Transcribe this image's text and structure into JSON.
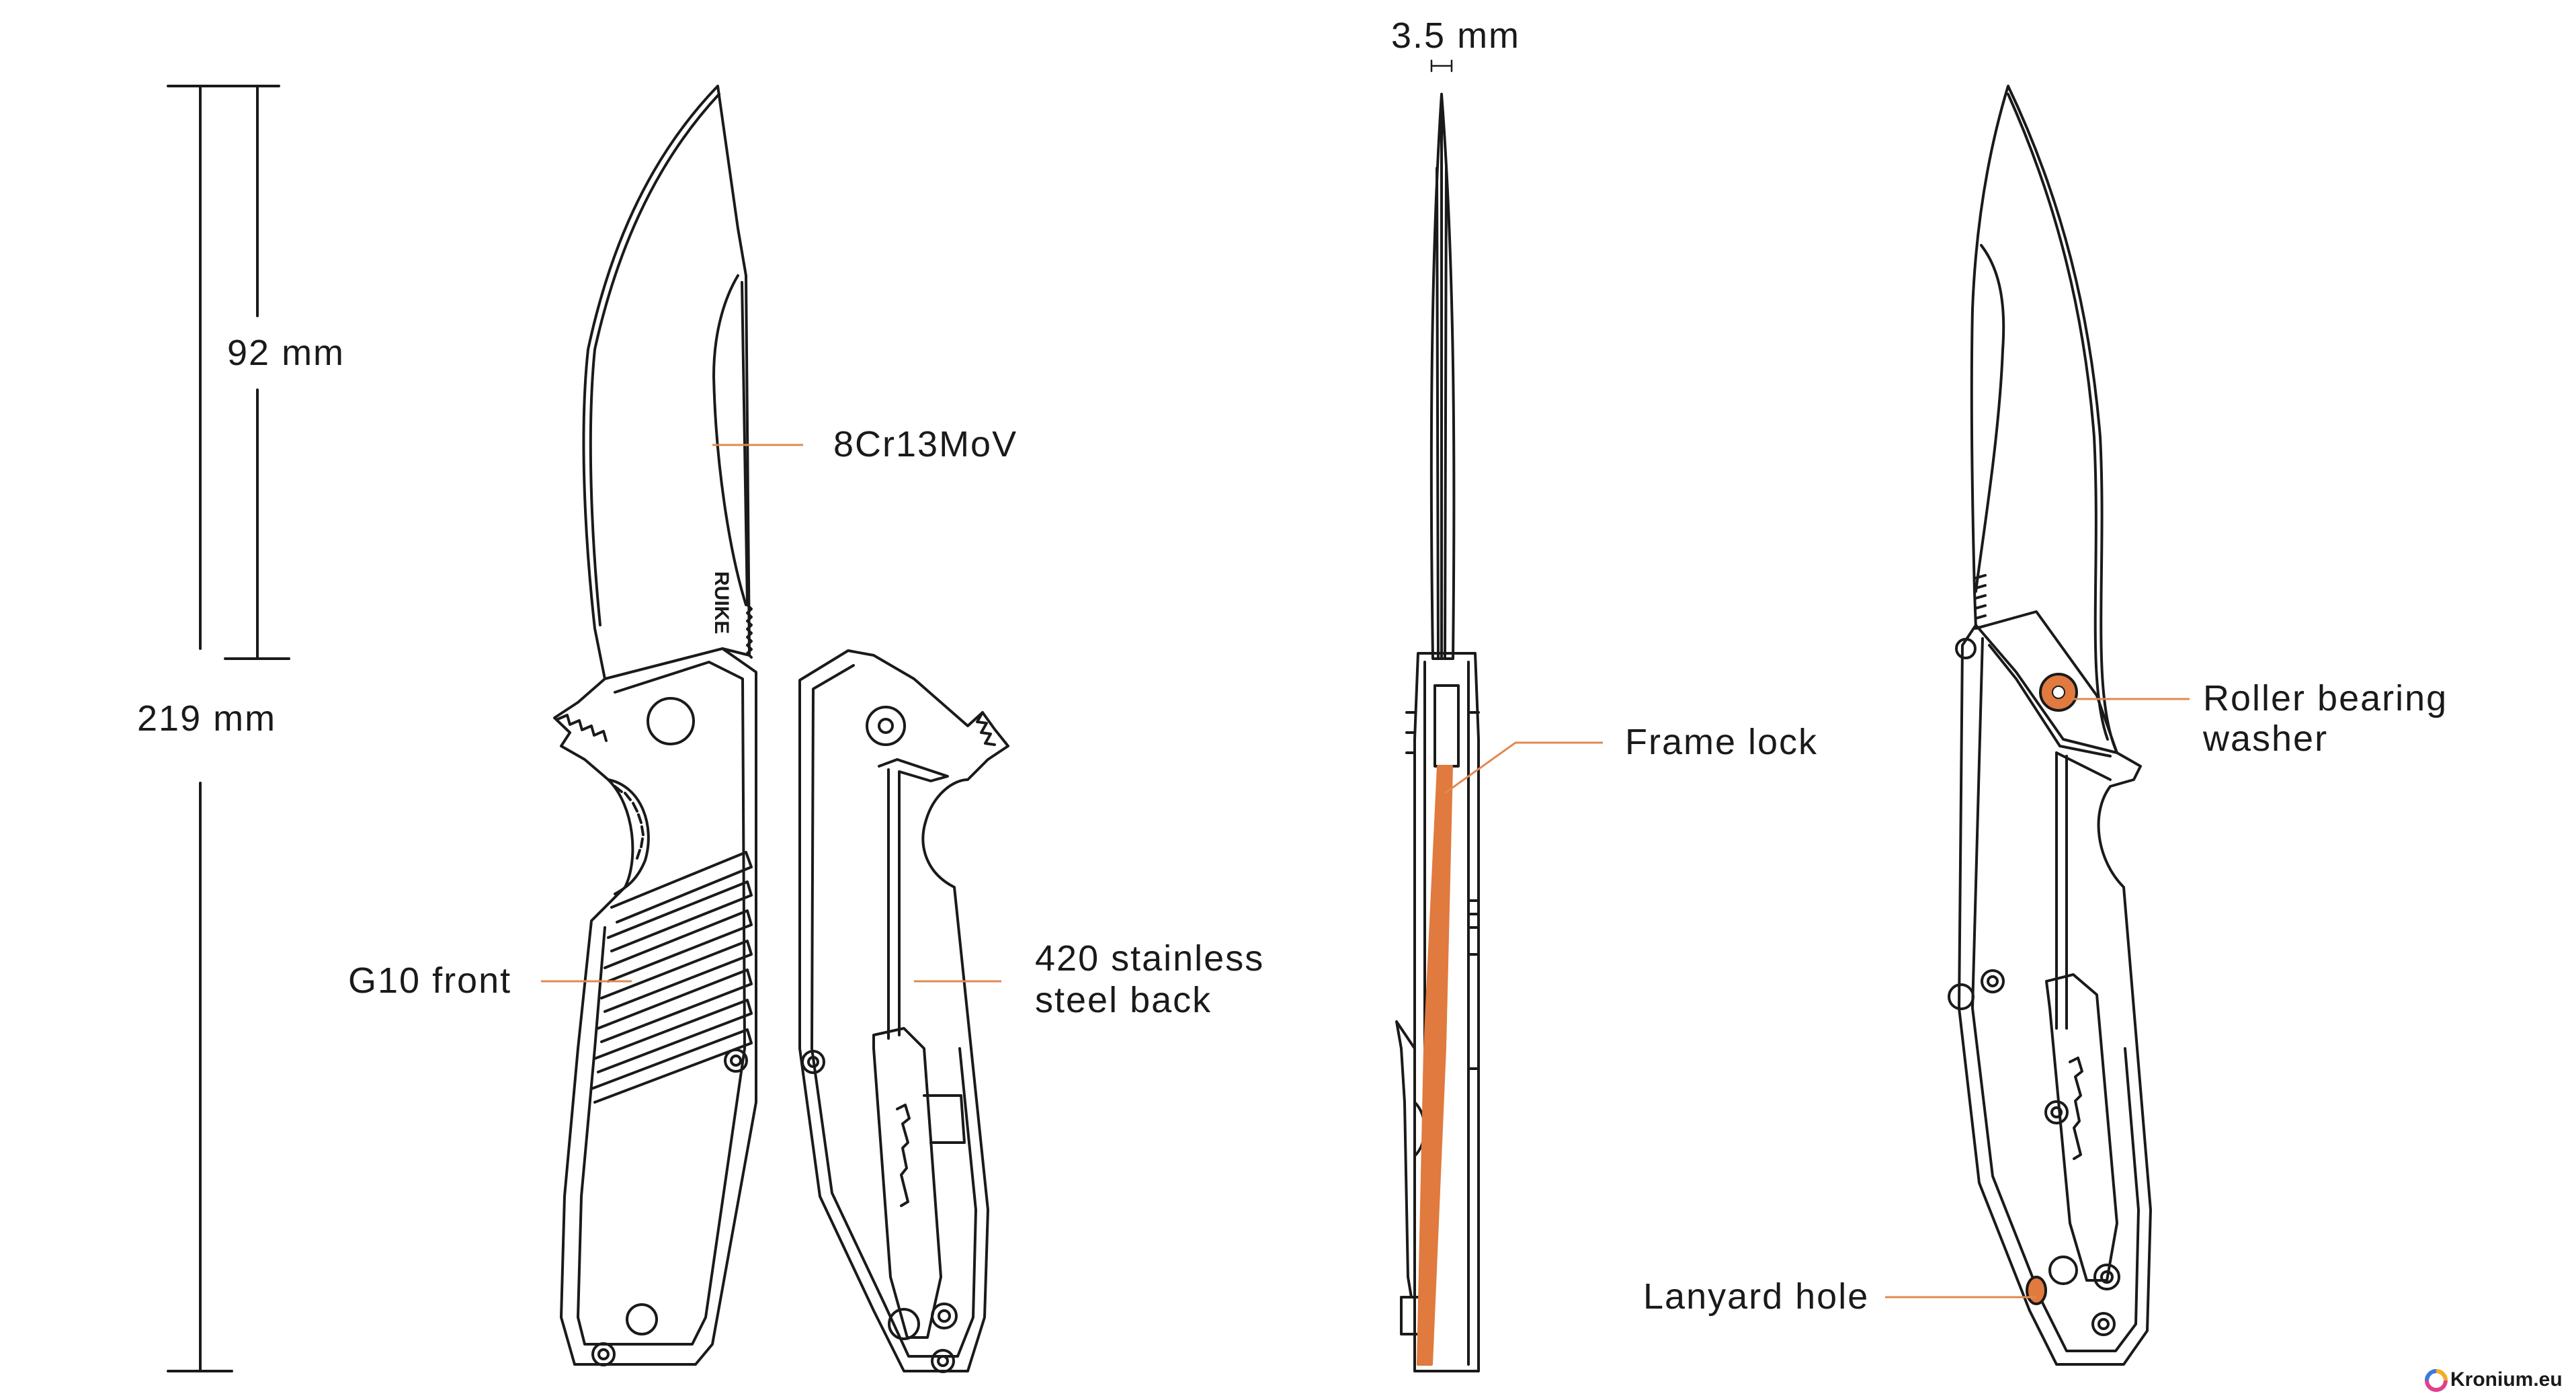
{
  "dimensions": {
    "blade_length": "92 mm",
    "overall_length": "219 mm",
    "blade_thickness": "3.5 mm"
  },
  "callouts": {
    "blade_steel": "8Cr13MoV",
    "front_scale": "G10 front",
    "back_scale_line1": "420 stainless",
    "back_scale_line2": "steel back",
    "frame_lock": "Frame lock",
    "roller_bearing_line1": "Roller bearing",
    "roller_bearing_line2": "washer",
    "lanyard_hole": "Lanyard hole"
  },
  "blade_mark": "RUIKE",
  "watermark": "Kronium.eu",
  "colors": {
    "line": "#1a1a1a",
    "accent": "#e07a3f",
    "leader": "#e08a50",
    "background": "#ffffff"
  }
}
